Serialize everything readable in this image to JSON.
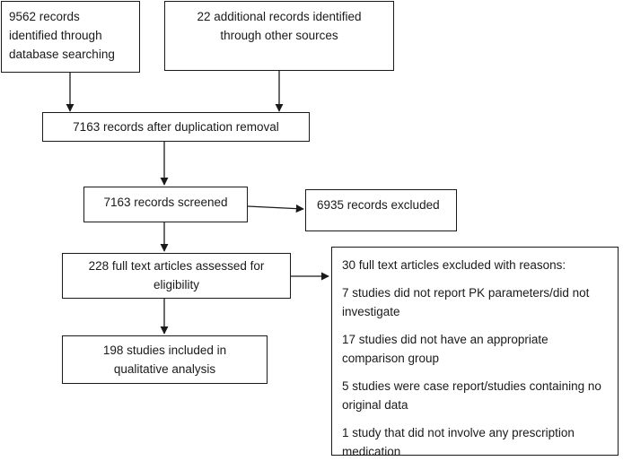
{
  "flow": {
    "db_records": {
      "line1": "9562 records",
      "line2": "identified through",
      "line3": "database searching"
    },
    "other_records": {
      "line1": "22 additional records identified",
      "line2": "through other sources"
    },
    "after_duplicates": "7163 records after duplication removal",
    "screened": "7163 records screened",
    "excluded": "6935 records excluded",
    "full_text": {
      "line1": "228 full text articles assessed for",
      "line2": "eligibility"
    },
    "included": {
      "line1": "198 studies included in",
      "line2": "qualitative analysis"
    },
    "full_text_excluded": {
      "heading": "30 full text articles excluded with reasons:",
      "reasons": [
        {
          "line1": "7 studies did not report PK parameters/did not",
          "line2": "investigate"
        },
        {
          "line1": "17 studies did not have an appropriate",
          "line2": "comparison group"
        },
        {
          "line1": "5 studies were case report/studies containing no",
          "line2": "original data"
        },
        {
          "line1": "1 study that did not involve any prescription",
          "line2": "medication"
        }
      ]
    }
  },
  "colors": {
    "stroke": "#1a1a1a",
    "fill": "#ffffff",
    "text": "#1a1a1a"
  }
}
